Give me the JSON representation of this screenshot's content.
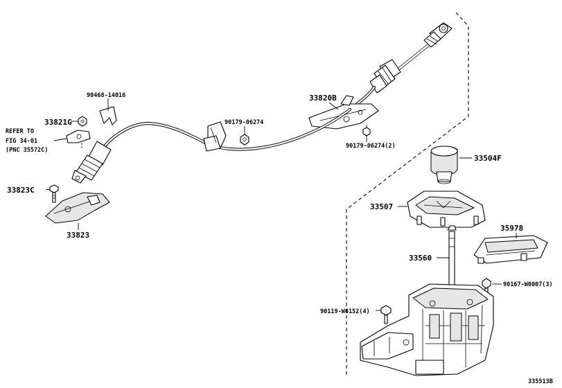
{
  "labels": {
    "p_90468": "90468-14016",
    "p_33821g": "33821G",
    "refer_1": "REFER TO",
    "refer_2": "FIG 34-01",
    "refer_3": "(PNC 35572C)",
    "p_33823c": "33823C",
    "p_33823": "33823",
    "p_90179_a": "90179-06274",
    "p_33820b": "33820B",
    "p_90179_b": "90179-06274(2)",
    "p_33504f": "33504F",
    "p_33507": "33507",
    "p_35978": "35978",
    "p_33560": "33560",
    "p_90167": "90167-W0007(3)",
    "p_90119": "90119-W0152(4)",
    "figure_id": "335513B"
  }
}
